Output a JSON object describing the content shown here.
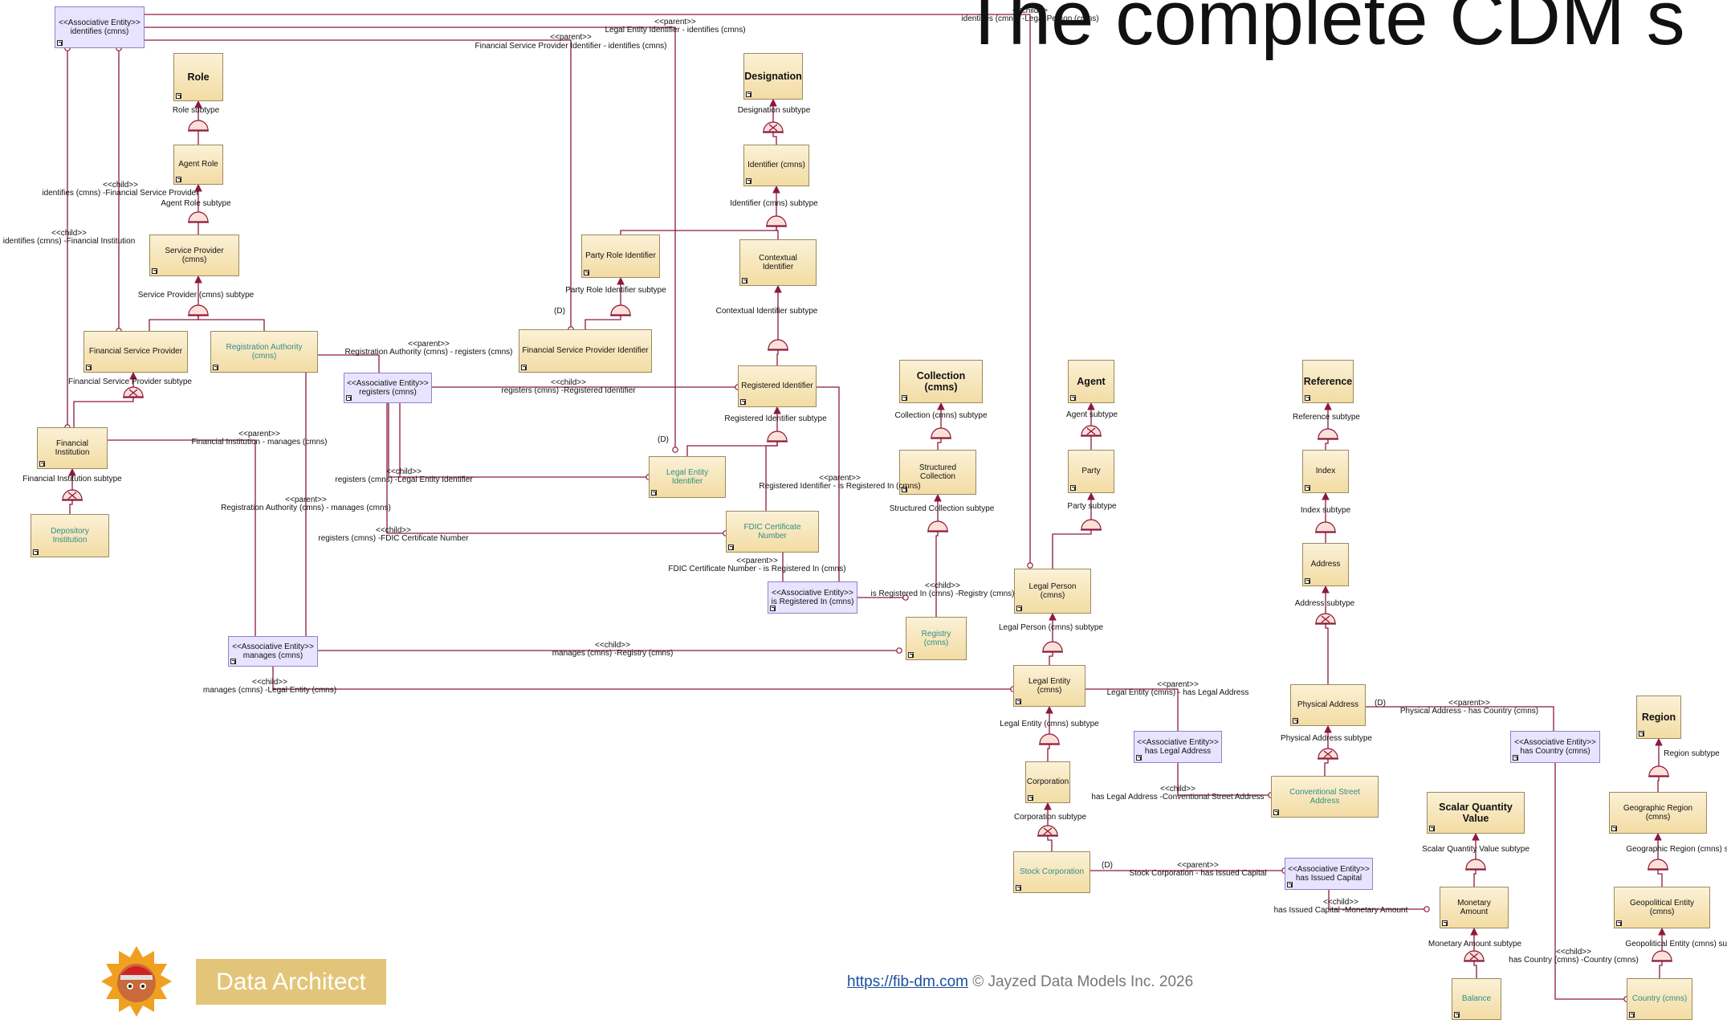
{
  "title": "The complete CDM s",
  "footer": {
    "url": "https://fib-dm.com",
    "copyright": "© Jayzed Data Models Inc. 2026"
  },
  "logo": {
    "badge_text": "Data Architect",
    "mascot_icon": "mascot-icon"
  },
  "colors": {
    "entity_fill": "#f3dca4",
    "assoc_fill": "#e8e4ff",
    "edge": "#8b1a3c",
    "teal_text": "#2f8f86"
  },
  "entities": [
    {
      "label": "<<Associative Entity>>\nidentifies (cmns)",
      "style": "assoc"
    },
    {
      "label": "Role",
      "style": "bold"
    },
    {
      "label": "Agent Role",
      "style": "plain"
    },
    {
      "label": "Service Provider (cmns)",
      "style": "plain"
    },
    {
      "label": "Financial Service Provider",
      "style": "plain"
    },
    {
      "label": "Registration Authority (cmns)",
      "style": "teal"
    },
    {
      "label": "Financial Institution",
      "style": "plain"
    },
    {
      "label": "Depository Institution",
      "style": "teal"
    },
    {
      "label": "<<Associative Entity>>\nregisters (cmns)",
      "style": "assoc"
    },
    {
      "label": "<<Associative Entity>>\nmanages (cmns)",
      "style": "assoc"
    },
    {
      "label": "Designation",
      "style": "bold"
    },
    {
      "label": "Identifier (cmns)",
      "style": "plain"
    },
    {
      "label": "Contextual Identifier",
      "style": "plain"
    },
    {
      "label": "Party Role Identifier",
      "style": "plain"
    },
    {
      "label": "Financial Service Provider Identifier",
      "style": "plain"
    },
    {
      "label": "Registered Identifier",
      "style": "plain"
    },
    {
      "label": "Legal Entity Identifier",
      "style": "teal"
    },
    {
      "label": "FDIC Certificate Number",
      "style": "teal"
    },
    {
      "label": "<<Associative Entity>>\nis Registered In (cmns)",
      "style": "assoc"
    },
    {
      "label": "Collection (cmns)",
      "style": "bold"
    },
    {
      "label": "Structured Collection",
      "style": "plain"
    },
    {
      "label": "Registry (cmns)",
      "style": "teal"
    },
    {
      "label": "Agent",
      "style": "bold"
    },
    {
      "label": "Party",
      "style": "plain"
    },
    {
      "label": "Legal Person (cmns)",
      "style": "plain"
    },
    {
      "label": "Legal Entity (cmns)",
      "style": "plain"
    },
    {
      "label": "Corporation",
      "style": "plain"
    },
    {
      "label": "Stock Corporation",
      "style": "teal"
    },
    {
      "label": "<<Associative Entity>>\nhas Legal Address",
      "style": "assoc"
    },
    {
      "label": "<<Associative Entity>>\nhas Issued Capital",
      "style": "assoc"
    },
    {
      "label": "Reference",
      "style": "bold"
    },
    {
      "label": "Index",
      "style": "plain"
    },
    {
      "label": "Address",
      "style": "plain"
    },
    {
      "label": "Physical Address",
      "style": "plain"
    },
    {
      "label": "Conventional Street Address",
      "style": "teal"
    },
    {
      "label": "<<Associative Entity>>\nhas Country (cmns)",
      "style": "assoc"
    },
    {
      "label": "Scalar Quantity Value",
      "style": "bold"
    },
    {
      "label": "Monetary Amount",
      "style": "plain"
    },
    {
      "label": "Balance",
      "style": "teal"
    },
    {
      "label": "Region",
      "style": "bold"
    },
    {
      "label": "Geographic Region (cmns)",
      "style": "plain"
    },
    {
      "label": "Geopolitical Entity (cmns)",
      "style": "plain"
    },
    {
      "label": "Country (cmns)",
      "style": "teal"
    }
  ],
  "labels": [
    "<<child>>",
    "identifies (cmns) -Legal Person (cmns)",
    "<<parent>>",
    "Legal Entity Identifier - identifies (cmns)",
    "<<parent>>",
    "Financial Service Provider Identifier - identifies (cmns)",
    "Role subtype",
    "Agent Role subtype",
    "Service Provider (cmns) subtype",
    "<<child>>",
    "identifies (cmns) -Financial Service Provider",
    "<<child>>",
    "identifies (cmns) -Financial Institution",
    "Designation subtype",
    "Identifier (cmns) subtype",
    "Party Role Identifier subtype",
    "Contextual Identifier subtype",
    "(D)",
    "<<parent>>",
    "Registration Authority (cmns) - registers (cmns)",
    "Financial Service Provider subtype",
    "<<child>>",
    "registers (cmns) -Registered Identifier",
    "Registered Identifier subtype",
    "<<parent>>",
    "Financial Institution - manages (cmns)",
    "Financial Institution subtype",
    "(D)",
    "<<child>>",
    "registers (cmns) -Legal Entity Identifier",
    "<<parent>>",
    "Registered Identifier - is Registered In (cmns)",
    "<<parent>>",
    "Registration Authority (cmns) - manages (cmns)",
    "<<child>>",
    "registers (cmns) -FDIC Certificate Number",
    "<<parent>>",
    "FDIC Certificate Number - is Registered In (cmns)",
    "<<child>>",
    "is Registered In (cmns) -Registry (cmns)",
    "<<child>>",
    "manages (cmns) -Registry (cmns)",
    "<<child>>",
    "manages (cmns) -Legal Entity (cmns)",
    "Collection (cmns) subtype",
    "Structured Collection subtype",
    "Agent subtype",
    "Party subtype",
    "Legal Person (cmns) subtype",
    "<<parent>>",
    "Legal Entity (cmns) - has Legal Address",
    "Legal Entity (cmns) subtype",
    "Corporation subtype",
    "<<child>>",
    "has Legal Address -Conventional Street Address",
    "(D)",
    "<<parent>>",
    "Stock Corporation - has Issued Capital",
    "<<child>>",
    "has Issued Capital -Monetary Amount",
    "Reference subtype",
    "Index subtype",
    "Address subtype",
    "(D)",
    "<<parent>>",
    "Physical Address - has Country (cmns)",
    "Physical Address subtype",
    "Scalar Quantity Value subtype",
    "Monetary Amount subtype",
    "Region subtype",
    "Geographic Region (cmns) subtype",
    "Geopolitical Entity (cmns) subtype",
    "<<child>>",
    "has Country (cmns) -Country (cmns)"
  ]
}
